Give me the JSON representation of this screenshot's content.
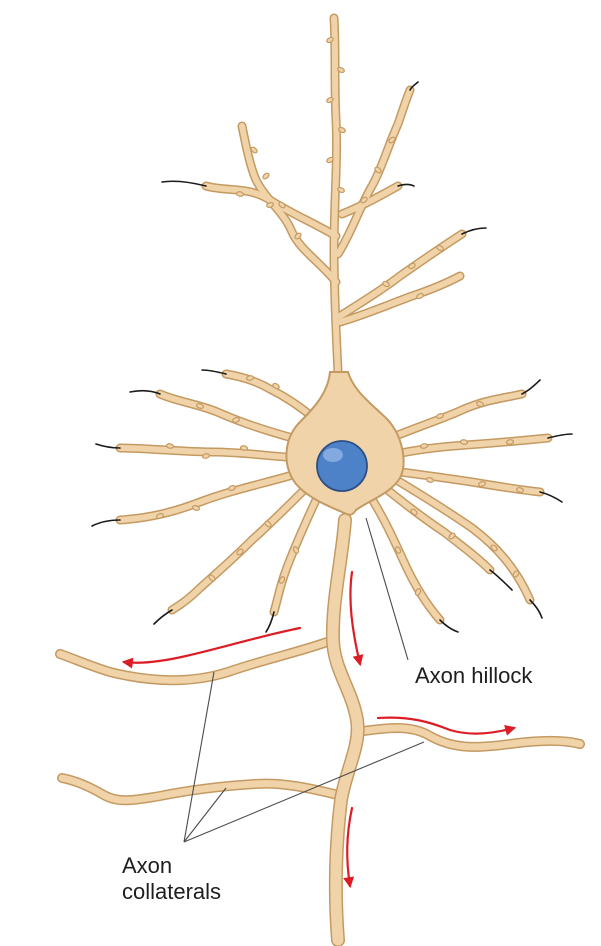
{
  "labels": {
    "axon_hillock": "Axon hillock",
    "axon_collaterals_line1": "Axon",
    "axon_collaterals_line2": "collaterals"
  },
  "colors": {
    "cell_fill": "#f0d3a8",
    "cell_outline": "#c49a63",
    "nucleus": "#4d82c9",
    "nucleus_outline": "#2d4f86",
    "arrow": "#dd1d25",
    "leader_line": "#4b4b4b",
    "dendrite_tip": "#1b1b1b"
  },
  "icons": {
    "arrow": "red-direction-arrow"
  }
}
